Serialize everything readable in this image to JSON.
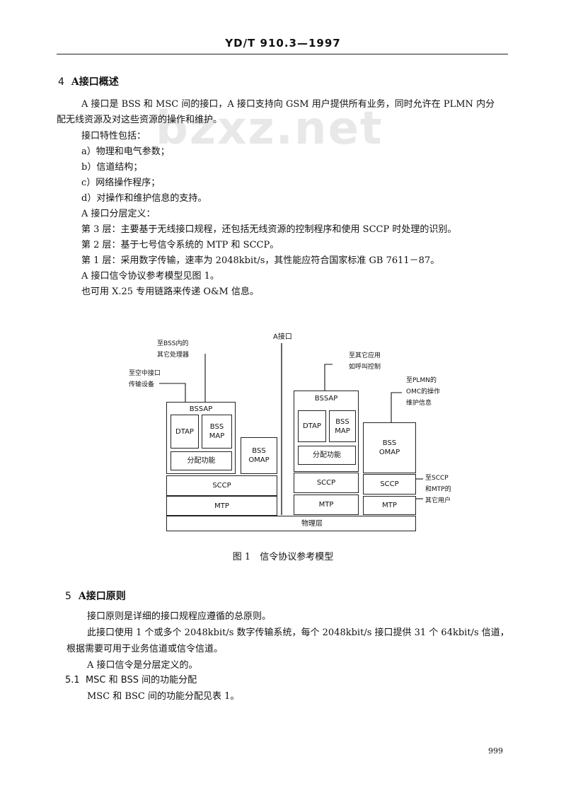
{
  "header": {
    "doc_code": "YD/T 910.3—1997"
  },
  "watermark": "bzxz.net",
  "section4": {
    "number": "4",
    "title": "A接口概述",
    "para1_line1": "A 接口是 BSS 和 MSC 间的接口，A 接口支持向 GSM 用户提供所有业务，同时允许在 PLMN 内分",
    "para1_line2": "配无线资源及对这些资源的操作和维护。",
    "lines": [
      "接口特性包括：",
      "a）物理和电气参数；",
      "b）信道结构；",
      "c）网络操作程序；",
      "d）对操作和维护信息的支持。",
      "A 接口分层定义：",
      "第 3 层：主要基于无线接口规程，还包括无线资源的控制程序和使用 SCCP 时处理的识别。",
      "第 2 层：基于七号信令系统的 MTP 和 SCCP。",
      "第 1 层：采用数字传输，速率为 2048kbit/s，其性能应符合国家标准 GB 7611－87。",
      "A 接口信令协议参考模型见图 1。",
      "也可用 X.25 专用链路来传递 O&M 信息。"
    ]
  },
  "figure": {
    "a_interface": "A接口",
    "left_note1_line1": "至BSS内的",
    "left_note1_line2": "其它处理器",
    "left_note2_line1": "至空中接口",
    "left_note2_line2": "传输设备",
    "right_note1_line1": "至其它应用",
    "right_note1_line2": "如呼叫控制",
    "right_note2_line1": "至PLMN的",
    "right_note2_line2": "OMC的操作",
    "right_note2_line3": "维护信息",
    "right_note3_line1": "至SCCP",
    "right_note3_line2": "和MTP的",
    "right_note3_line3": "其它用户",
    "bssap": "BSSAP",
    "dtap": "DTAP",
    "bss_map_line1": "BSS",
    "bss_map_line2": "MAP",
    "distribution": "分配功能",
    "bss_omap_line1": "BSS",
    "bss_omap_line2": "OMAP",
    "sccp": "SCCP",
    "mtp": "MTP",
    "physical": "物理层",
    "caption": "图 1　信令协议参考模型"
  },
  "section5": {
    "number": "5",
    "title": "A接口原则",
    "lines": [
      "接口原则是详细的接口规程应遵循的总原则。",
      "此接口使用 1 个或多个 2048kbit/s 数字传输系统，每个 2048kbit/s 接口提供 31 个 64kbit/s 信道，",
      "根据需要可用于业务信道或信令信道。",
      "A 接口信令是分层定义的。"
    ],
    "sub_number": "5.1",
    "sub_title": "MSC 和 BSS 间的功能分配",
    "sub_line": "MSC 和 BSC 间的功能分配见表 1。"
  },
  "page_number": "999"
}
